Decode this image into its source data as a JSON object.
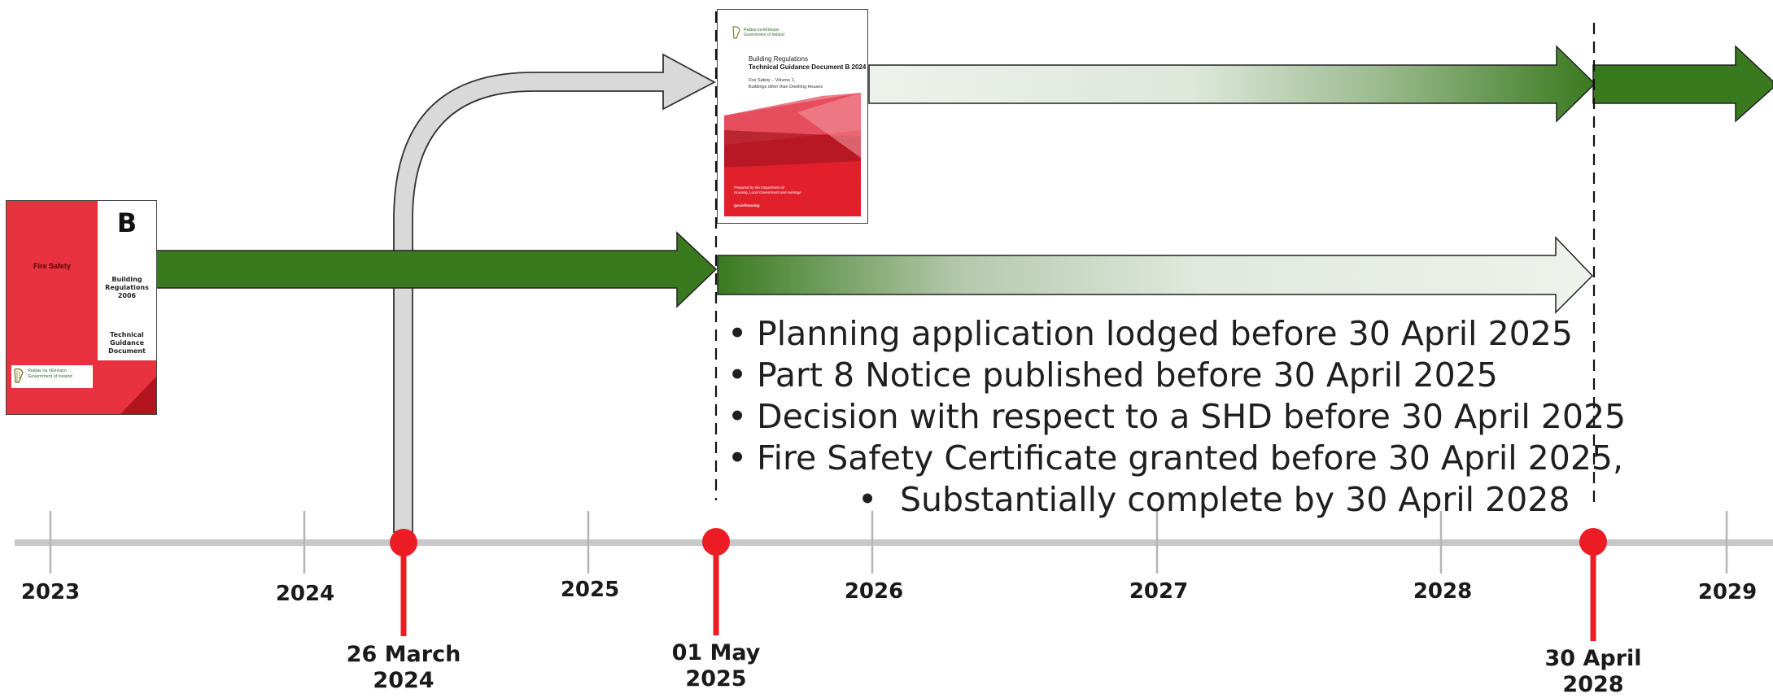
{
  "timeline": {
    "years": [
      "2023",
      "2024",
      "2025",
      "2026",
      "2027",
      "2028",
      "2029"
    ],
    "milestones": [
      {
        "line1": "26 March",
        "line2": "2024"
      },
      {
        "line1": "01 May",
        "line2": "2025"
      },
      {
        "line1": "30 April",
        "line2": "2028"
      }
    ]
  },
  "conditions": {
    "items": [
      "Planning application lodged before 30 April 2025",
      "Part 8 Notice published before 30 April 2025",
      "Decision with respect to a SHD before 30 April 2025",
      "Fire Safety Certificate granted before 30 April 2025,"
    ],
    "sub_item": "Substantially complete by 30 April 2028"
  },
  "doc_old": {
    "letter": "B",
    "cover_label": "Fire Safety",
    "side_title_1": "Building",
    "side_title_2": "Regulations",
    "side_title_3": "2006",
    "side_sub_1": "Technical",
    "side_sub_2": "Guidance",
    "side_sub_3": "Document",
    "org_1": "Rialtas na hÉireann",
    "org_2": "Government of Ireland"
  },
  "doc_new": {
    "org_1": "Rialtas na hÉireann",
    "org_2": "Government of Ireland",
    "title_1": "Building Regulations",
    "title_2": "Technical Guidance Document B 2024",
    "subtitle_1": "Fire Safety – Volume 1,",
    "subtitle_2": "Buildings other than Dwelling Houses",
    "publisher_1": "Prepared by the Department of",
    "publisher_2": "Housing, Local Government and Heritage",
    "url": "gov.ie/housing"
  },
  "colors": {
    "timeline_gray": "#c8c8c8",
    "milestone_red": "#ec1c24",
    "arrow_green_dark": "#3a7a1f",
    "arrow_green_light": "#e4ebe2",
    "doc_red": "#e8323f"
  }
}
